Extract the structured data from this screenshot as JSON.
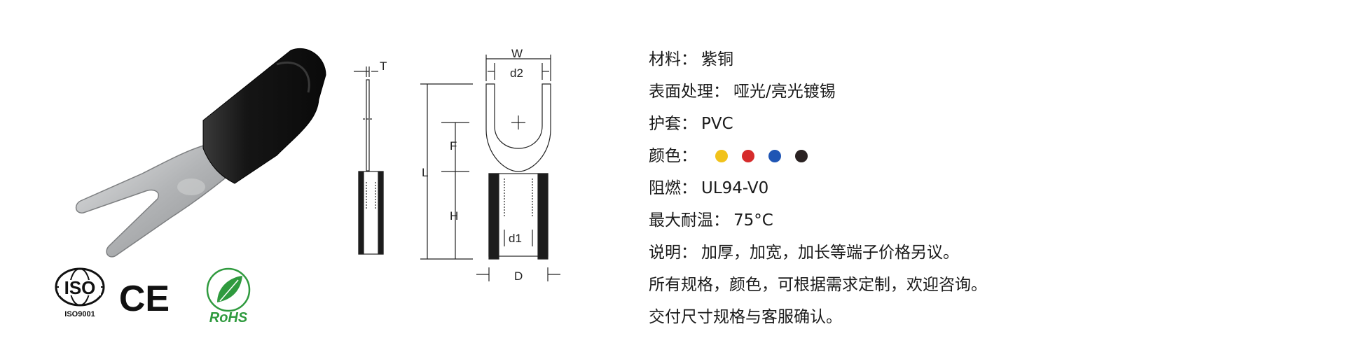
{
  "certifications": {
    "iso_mark": "ISO",
    "iso_caption": "ISO9001",
    "ce_mark": "CE",
    "rohs_mark": "RoHS"
  },
  "diagram": {
    "labels": {
      "t": "T",
      "w": "W",
      "d2": "d2",
      "f": "F",
      "l": "L",
      "h": "H",
      "d1": "d1",
      "d": "D"
    }
  },
  "specs": {
    "material": {
      "label": "材料",
      "value": "紫铜"
    },
    "surface": {
      "label": "表面处理",
      "value": "哑光/亮光镀锡"
    },
    "sleeve": {
      "label": "护套",
      "value": "PVC"
    },
    "color": {
      "label": "颜色"
    },
    "flame": {
      "label": "阻燃",
      "value": "UL94-V0"
    },
    "max_temp": {
      "label": "最大耐温",
      "value": "75°C"
    },
    "note1": {
      "label": "说明",
      "value": "加厚，加宽，加长等端子价格另议。"
    },
    "note2": "所有规格，颜色，可根据需求定制，欢迎咨询。",
    "note3": "交付尺寸规格与客服确认。",
    "colon": "："
  },
  "colors": {
    "yellow": "#f1c21b",
    "red": "#d62b2b",
    "blue": "#1f55b4",
    "black": "#2a2222",
    "rohs_green": "#2f9a3e",
    "sleeve_black": "#1c1c1c",
    "metal": "#b9bbbd"
  }
}
